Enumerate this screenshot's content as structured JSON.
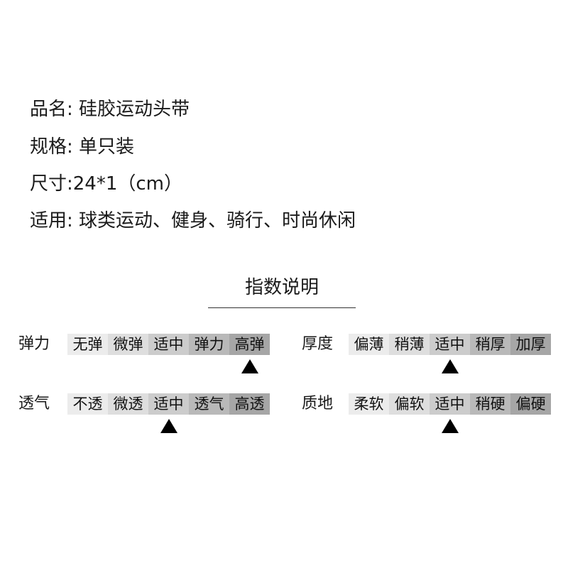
{
  "specs": [
    "品名: 硅胶运动头带",
    "规格: 单只装",
    "尺寸:24*1（cm）",
    "适用: 球类运动、健身、骑行、时尚休闲"
  ],
  "index_title": "指数说明",
  "ratings": [
    {
      "label": "弹力",
      "options": [
        "无弹",
        "微弹",
        "适中",
        "弹力",
        "高弹"
      ],
      "selected": "高弹"
    },
    {
      "label": "厚度",
      "options": [
        "偏薄",
        "稍薄",
        "适中",
        "稍厚",
        "加厚"
      ],
      "selected": "适中"
    },
    {
      "label": "透气",
      "options": [
        "不透",
        "微透",
        "适中",
        "透气",
        "高透"
      ],
      "selected": "适中"
    },
    {
      "label": "质地",
      "options": [
        "柔软",
        "偏软",
        "适中",
        "稍硬",
        "偏硬"
      ],
      "selected": "适中"
    }
  ]
}
